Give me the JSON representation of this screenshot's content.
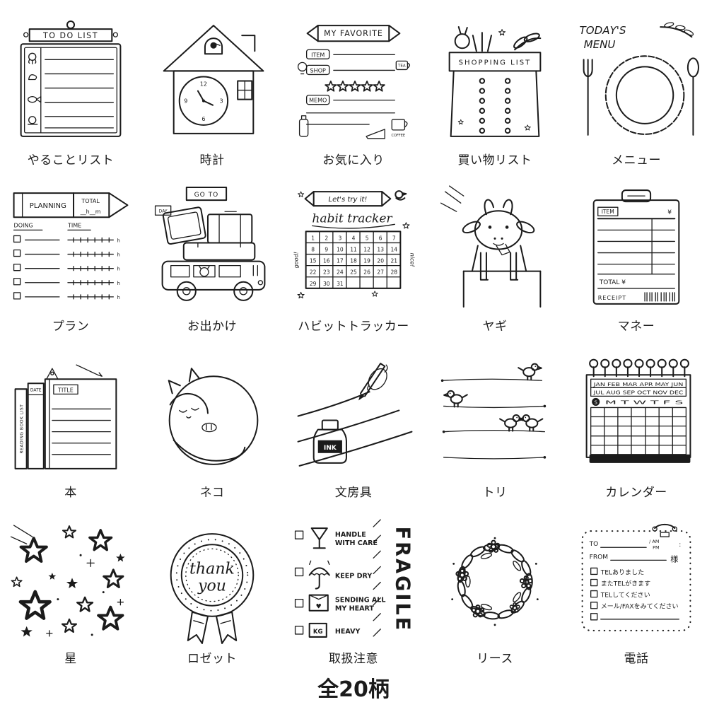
{
  "footer": {
    "text": "全20柄"
  },
  "stamps": {
    "todo": {
      "label": "やることリスト",
      "title": "TO DO LIST"
    },
    "clock": {
      "label": "時計",
      "n12": "12",
      "n3": "3",
      "n6": "6",
      "n9": "9"
    },
    "favorite": {
      "label": "お気に入り",
      "title": "MY FAVORITE",
      "item": "ITEM",
      "shop": "SHOP",
      "memo": "MEMO",
      "tea": "TEA",
      "coffee": "COFFEE"
    },
    "shopping": {
      "label": "買い物リスト",
      "title": "SHOPPING LIST"
    },
    "menu": {
      "label": "メニュー",
      "line1": "TODAY'S",
      "line2": "MENU"
    },
    "plan": {
      "label": "プラン",
      "planning": "PLANNING",
      "total": "TOTAL",
      "hm": "__h__m",
      "doing": "DOING",
      "time": "TIME",
      "h": "h"
    },
    "outing": {
      "label": "お出かけ",
      "goto": "GO TO",
      "day": "DAY"
    },
    "habit": {
      "label": "ハビットトラッカー",
      "banner": "Let's try it!",
      "script": "habit tracker",
      "good": "good!",
      "nice": "nice!",
      "cells": [
        "1",
        "2",
        "3",
        "4",
        "5",
        "6",
        "7",
        "8",
        "9",
        "10",
        "11",
        "12",
        "13",
        "14",
        "15",
        "16",
        "17",
        "18",
        "19",
        "20",
        "21",
        "22",
        "23",
        "24",
        "25",
        "26",
        "27",
        "28",
        "29",
        "30",
        "31"
      ]
    },
    "goat": {
      "label": "ヤギ"
    },
    "money": {
      "label": "マネー",
      "item": "ITEM",
      "yen": "¥",
      "total": "TOTAL ¥",
      "receipt": "RECEIPT"
    },
    "book": {
      "label": "本",
      "date": "DATE",
      "title": "TITLE",
      "list": "READING BOOK LIST"
    },
    "cat": {
      "label": "ネコ"
    },
    "stationery": {
      "label": "文房具",
      "ink": "INK"
    },
    "bird": {
      "label": "トリ"
    },
    "calendar": {
      "label": "カレンダー",
      "months1": "JAN FEB MAR APR MAY JUN",
      "months2": "JUL AUG SEP OCT NOV DEC",
      "sun": "S",
      "days": "M T W T F S"
    },
    "star": {
      "label": "星"
    },
    "rosette": {
      "label": "ロゼット",
      "line1": "thank",
      "line2": "you"
    },
    "caution": {
      "label": "取扱注意",
      "fragile": "FRAGILE",
      "handle1": "HANDLE",
      "handle2": "WITH CARE",
      "keepdry": "KEEP DRY",
      "sending1": "SENDING ALL",
      "sending2": "MY HEART",
      "kg": "KG",
      "heavy": "HEAVY"
    },
    "wreath": {
      "label": "リース"
    },
    "phone": {
      "label": "電話",
      "to": "TO",
      "from": "FROM",
      "am": "/ AM",
      "pm": "PM",
      "colon": ":",
      "sama": "様",
      "items": [
        "TELありました",
        "またTELがきます",
        "TELしてください",
        "メール/FAXをみてください"
      ]
    }
  }
}
